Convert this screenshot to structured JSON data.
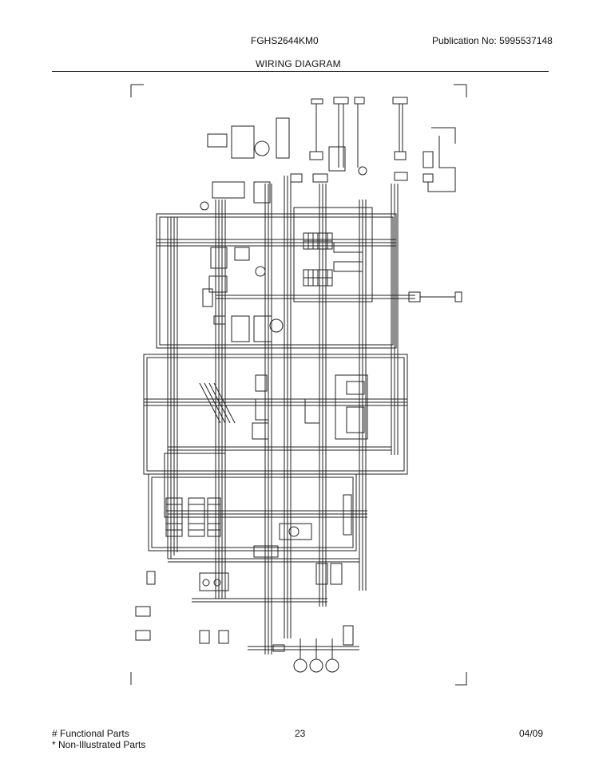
{
  "header": {
    "model": "FGHS2644KM0",
    "publication_label": "Publication No:",
    "publication_number": "5995537148",
    "title": "WIRING DIAGRAM"
  },
  "footer": {
    "functional_parts": "# Functional Parts",
    "non_illustrated_parts": "* Non-Illustrated Parts",
    "page_number": "23",
    "date": "04/09"
  },
  "colors": {
    "ink": "#222222",
    "paper": "#ffffff"
  }
}
